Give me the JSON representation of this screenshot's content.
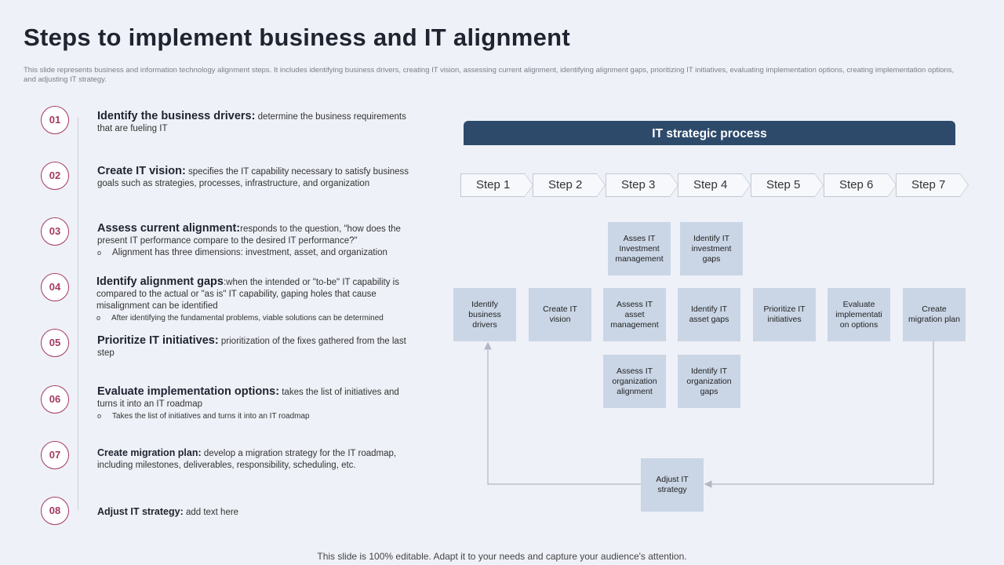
{
  "title": "Steps to implement business and IT alignment",
  "description": "This slide represents business and information technology alignment  steps. It includes identifying business drivers, creating IT vision, assessing current alignment, identifying alignment  gaps, prioritizing IT initiatives, evaluating implementation  options, creating implementation  options, and adjusting IT  strategy.",
  "steps_list": [
    {
      "num": "01",
      "heading": "Identify the business drivers:",
      "text": " determine the business requirements that are fueling IT"
    },
    {
      "num": "02",
      "heading": "Create IT vision:",
      "text": " specifies the IT capability necessary to satisfy business goals such as strategies, processes, infrastructure, and organization"
    },
    {
      "num": "03",
      "heading": "Assess current alignment:",
      "text": "responds to the question, \"how does the present IT performance compare to the desired IT performance?\"",
      "sub": "Alignment has three dimensions: investment, asset, and organization"
    },
    {
      "num": "04",
      "heading": "Identify alignment gaps",
      "text": ":when the intended or \"to-be\" IT capability is compared to the actual or \"as is\" IT capability, gaping holes that cause misalignment can be identified",
      "sub": "After identifying the fundamental problems, viable solutions can be determined"
    },
    {
      "num": "05",
      "heading": "Prioritize IT initiatives:",
      "text": " prioritization of the fixes gathered from the last step"
    },
    {
      "num": "06",
      "heading": "Evaluate implementation options:",
      "text": "  takes the list of initiatives and turns it into an IT roadmap",
      "sub": "Takes the list of initiatives and turns it into an IT roadmap"
    },
    {
      "num": "07",
      "heading": "Create migration plan:",
      "text": "  develop a migration strategy for the IT roadmap, including milestones, deliverables, responsibility, scheduling, etc."
    },
    {
      "num": "08",
      "heading": "Adjust  IT strategy:",
      "text": "  add text here"
    }
  ],
  "bullet_symbol": "o",
  "process": {
    "banner": "IT strategic process",
    "steps": [
      "Step 1",
      "Step 2",
      "Step 3",
      "Step 4",
      "Step 5",
      "Step 6",
      "Step 7"
    ],
    "boxes": {
      "identify_business_drivers": "Identify business drivers",
      "create_it_vision": "Create IT vision",
      "assess_it_asset_management": "Assess IT asset management",
      "identify_it_asset_gaps": "Identify IT asset gaps",
      "prioritize_it_initiatives": "Prioritize IT initiatives",
      "evaluate_implementation_options": "Evaluate implementati on options",
      "create_migration_plan": "Create migration plan",
      "asses_it_investment_management": "Asses IT Investment management",
      "identify_it_investment_gaps": "Identify IT investment gaps",
      "assess_it_organization_alignment": "Assess IT organization alignment",
      "identify_it_organization_gaps": "Identify IT organization gaps",
      "adjust_it_strategy": "Adjust IT strategy"
    }
  },
  "colors": {
    "accent": "#a33a63",
    "banner": "#2d4a6b",
    "box": "#cad6e6",
    "background": "#eef1f7"
  },
  "footer": "This slide is 100% editable. Adapt it to your needs and capture your audience's attention."
}
